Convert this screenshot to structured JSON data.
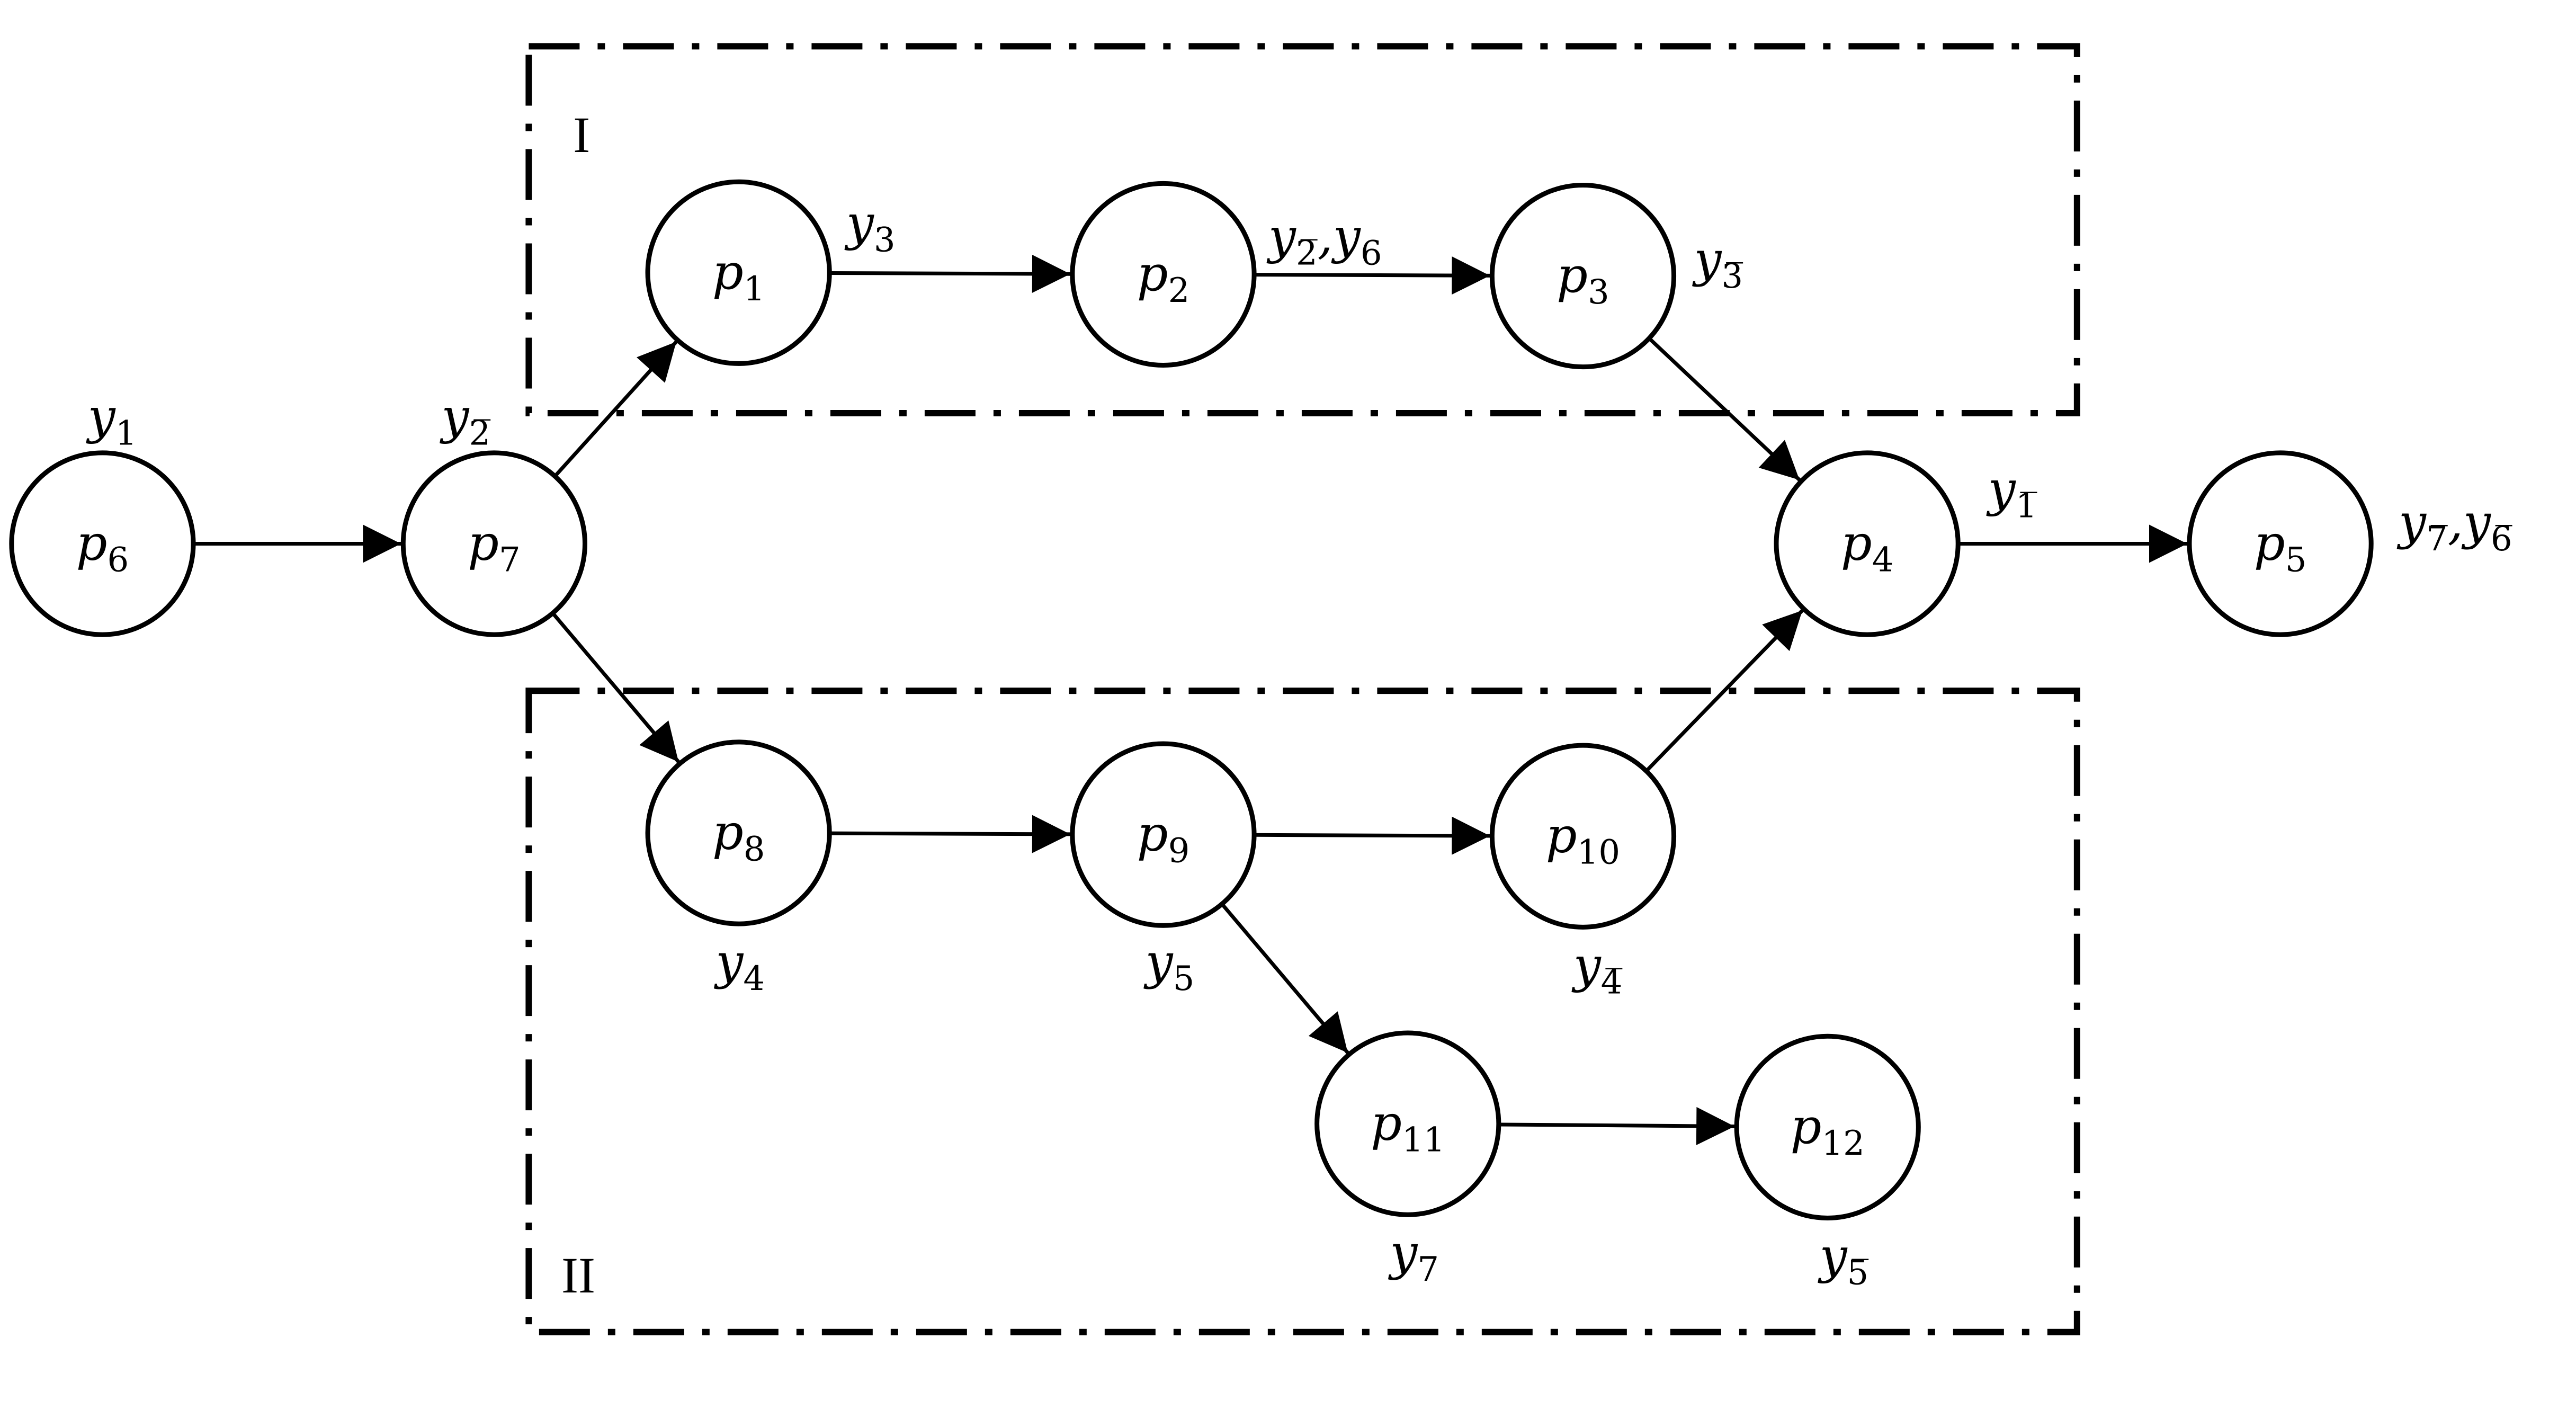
{
  "regions": [
    {
      "id": "I",
      "label": "I"
    },
    {
      "id": "II",
      "label": "II"
    }
  ],
  "nodes": [
    {
      "id": "p1",
      "main": "p",
      "sub": "1"
    },
    {
      "id": "p2",
      "main": "p",
      "sub": "2"
    },
    {
      "id": "p3",
      "main": "p",
      "sub": "3"
    },
    {
      "id": "p4",
      "main": "p",
      "sub": "4"
    },
    {
      "id": "p5",
      "main": "p",
      "sub": "5"
    },
    {
      "id": "p6",
      "main": "p",
      "sub": "6"
    },
    {
      "id": "p7",
      "main": "p",
      "sub": "7"
    },
    {
      "id": "p8",
      "main": "p",
      "sub": "8"
    },
    {
      "id": "p9",
      "main": "p",
      "sub": "9"
    },
    {
      "id": "p10",
      "main": "p",
      "sub": "10"
    },
    {
      "id": "p11",
      "main": "p",
      "sub": "11"
    },
    {
      "id": "p12",
      "main": "p",
      "sub": "12"
    }
  ],
  "edges": [
    {
      "from": "p6",
      "to": "p7"
    },
    {
      "from": "p7",
      "to": "p1"
    },
    {
      "from": "p7",
      "to": "p8"
    },
    {
      "from": "p1",
      "to": "p2"
    },
    {
      "from": "p2",
      "to": "p3"
    },
    {
      "from": "p3",
      "to": "p4"
    },
    {
      "from": "p8",
      "to": "p9"
    },
    {
      "from": "p9",
      "to": "p10"
    },
    {
      "from": "p9",
      "to": "p11"
    },
    {
      "from": "p10",
      "to": "p4"
    },
    {
      "from": "p11",
      "to": "p12"
    },
    {
      "from": "p4",
      "to": "p5"
    }
  ],
  "annotations": [
    {
      "node": "p6",
      "terms": [
        {
          "var": "y",
          "sub": "1"
        }
      ]
    },
    {
      "node": "p7",
      "terms": [
        {
          "var": "y",
          "sub": "2̅"
        }
      ]
    },
    {
      "node": "p1",
      "terms": [
        {
          "var": "y",
          "sub": "3"
        }
      ]
    },
    {
      "node": "p2",
      "terms": [
        {
          "var": "y",
          "sub": "2̅"
        },
        {
          "var": "y",
          "sub": "6"
        }
      ]
    },
    {
      "node": "p3",
      "terms": [
        {
          "var": "y",
          "sub": "3̅"
        }
      ]
    },
    {
      "node": "p4",
      "terms": [
        {
          "var": "y",
          "sub": "1̅"
        }
      ]
    },
    {
      "node": "p5",
      "terms": [
        {
          "var": "y",
          "sub": "7̅"
        },
        {
          "var": "y",
          "sub": "6̅"
        }
      ]
    },
    {
      "node": "p8",
      "terms": [
        {
          "var": "y",
          "sub": "4"
        }
      ]
    },
    {
      "node": "p9",
      "terms": [
        {
          "var": "y",
          "sub": "5"
        }
      ]
    },
    {
      "node": "p10",
      "terms": [
        {
          "var": "y",
          "sub": "4̅"
        }
      ]
    },
    {
      "node": "p11",
      "terms": [
        {
          "var": "y",
          "sub": "7"
        }
      ]
    },
    {
      "node": "p12",
      "terms": [
        {
          "var": "y",
          "sub": "5̅"
        }
      ]
    }
  ]
}
